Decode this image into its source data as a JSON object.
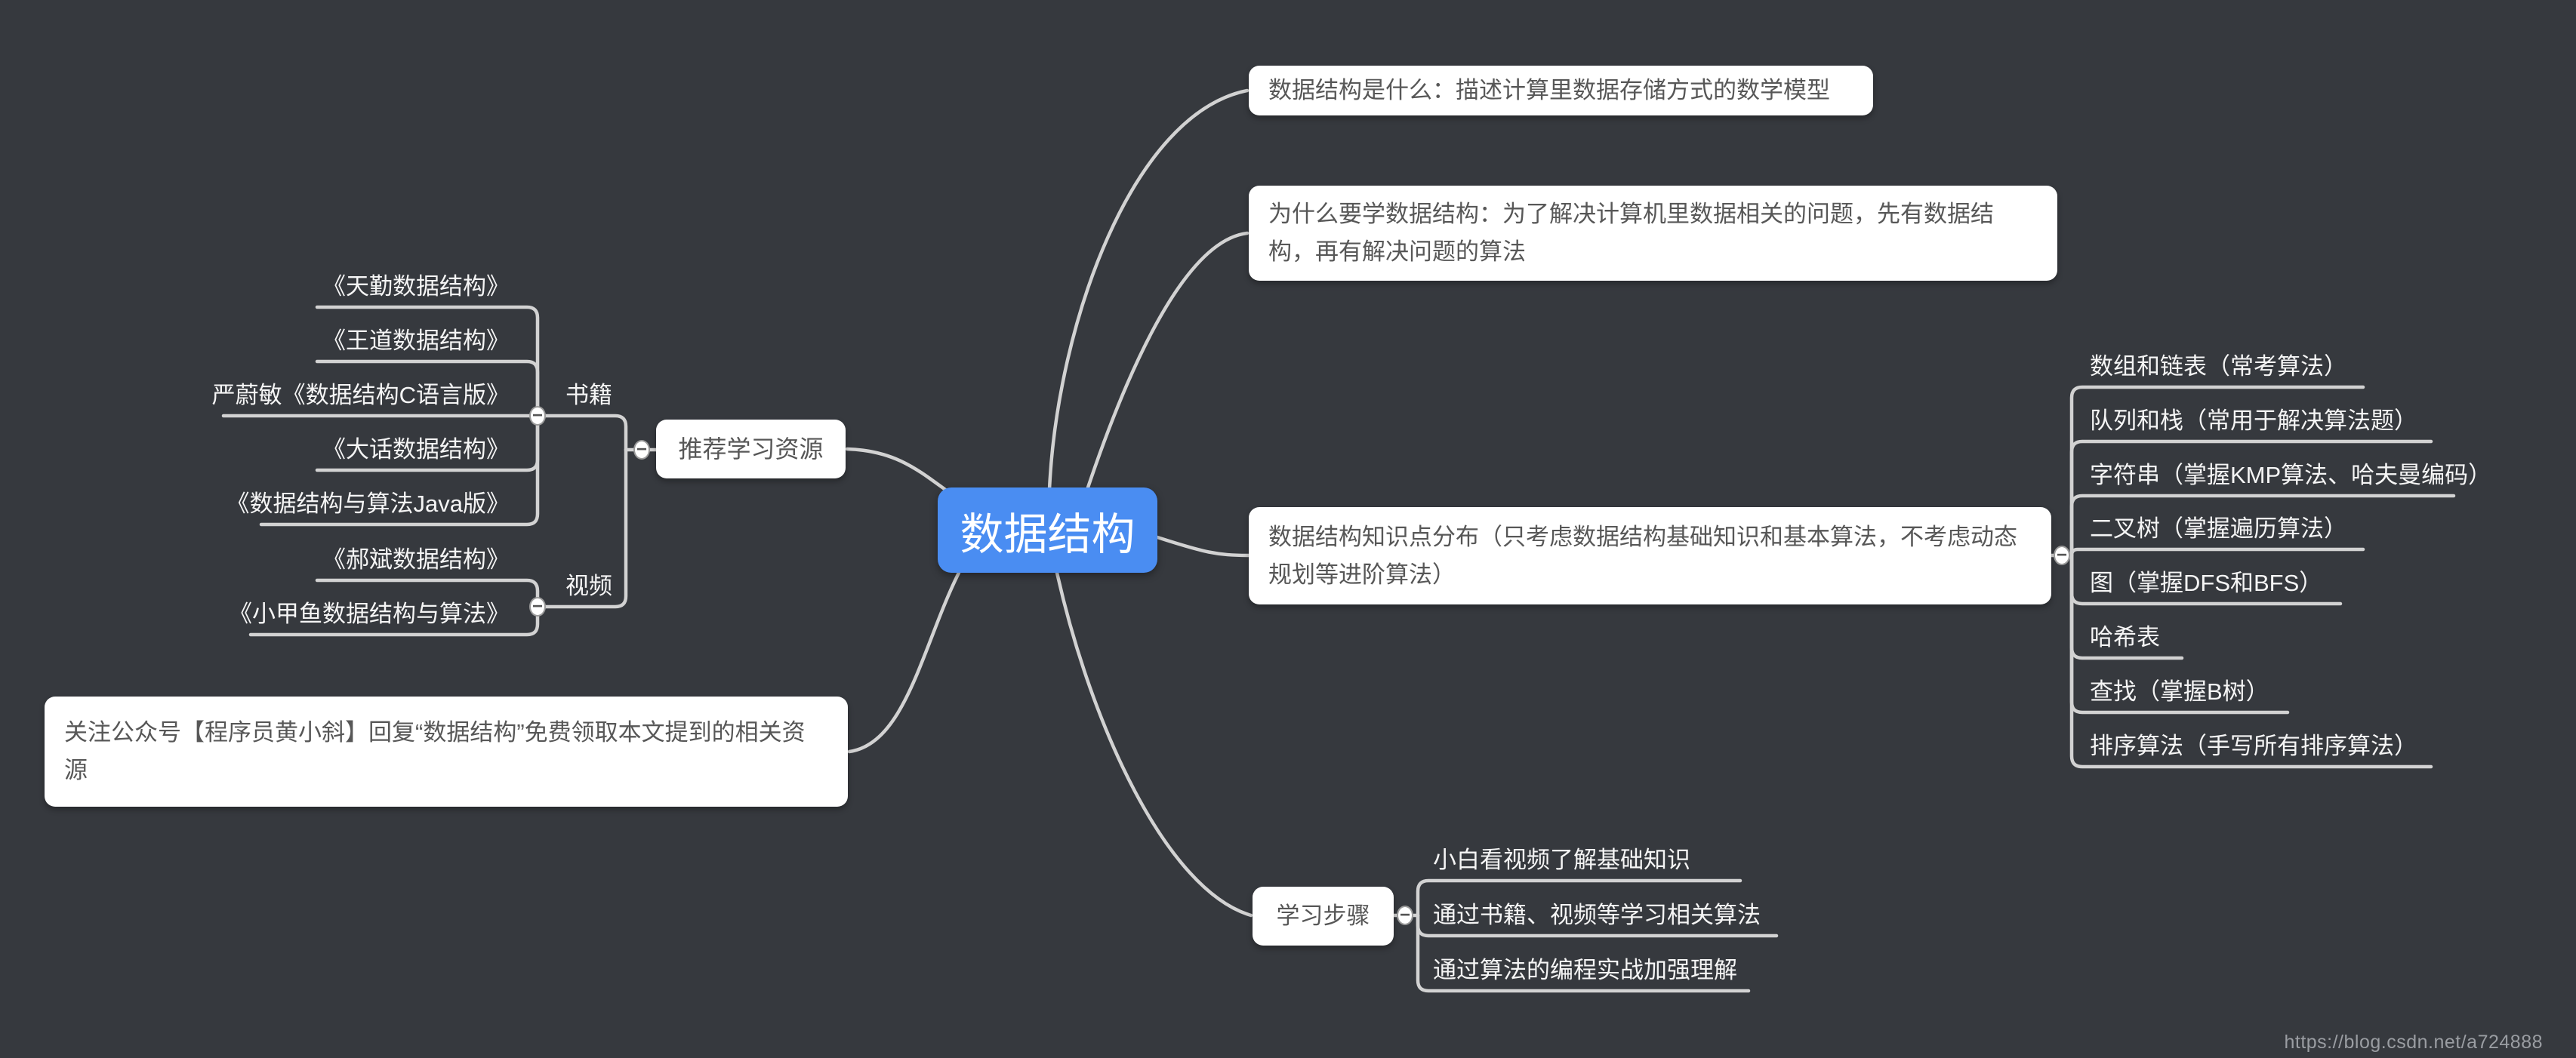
{
  "ui": {
    "collapse_glyph": "−",
    "watermark": "https://blog.csdn.net/a724888"
  },
  "colors": {
    "background": "#36393e",
    "connector": "#d2d2d2",
    "root_fill": "#4a8df2",
    "root_text": "#ffffff",
    "box_fill": "#ffffff",
    "box_text": "#575757",
    "plain_text": "#f5f5f5"
  },
  "root": {
    "label": "数据结构"
  },
  "topics": {
    "what": {
      "label": "数据结构是什么：描述计算里数据存储方式的数学模型"
    },
    "why": {
      "label": "为什么要学数据结构：为了解决计算机里数据相关的问题，先有数据结构，再有解决问题的算法"
    },
    "knowledge": {
      "label": "数据结构知识点分布（只考虑数据结构基础知识和基本算法，不考虑动态规划等进阶算法）",
      "children": [
        {
          "label": "数组和链表（常考算法）"
        },
        {
          "label": "队列和栈（常用于解决算法题）"
        },
        {
          "label": "字符串（掌握KMP算法、哈夫曼编码）"
        },
        {
          "label": "二叉树（掌握遍历算法）"
        },
        {
          "label": "图（掌握DFS和BFS）"
        },
        {
          "label": "哈希表"
        },
        {
          "label": "查找（掌握B树）"
        },
        {
          "label": "排序算法（手写所有排序算法）"
        }
      ]
    },
    "steps": {
      "label": "学习步骤",
      "children": [
        {
          "label": "小白看视频了解基础知识"
        },
        {
          "label": "通过书籍、视频等学习相关算法"
        },
        {
          "label": "通过算法的编程实战加强理解"
        }
      ]
    },
    "resources": {
      "label": "推荐学习资源",
      "children": [
        {
          "label": "书籍",
          "children": [
            {
              "label": "《天勤数据结构》"
            },
            {
              "label": "《王道数据结构》"
            },
            {
              "label": "严蔚敏《数据结构C语言版》"
            },
            {
              "label": "《大话数据结构》"
            },
            {
              "label": "《数据结构与算法Java版》"
            }
          ]
        },
        {
          "label": "视频",
          "children": [
            {
              "label": "《郝斌数据结构》"
            },
            {
              "label": "《小甲鱼数据结构与算法》"
            }
          ]
        }
      ]
    },
    "wechat": {
      "label": "关注公众号【程序员黄小斜】回复“数据结构”免费领取本文提到的相关资源"
    }
  }
}
